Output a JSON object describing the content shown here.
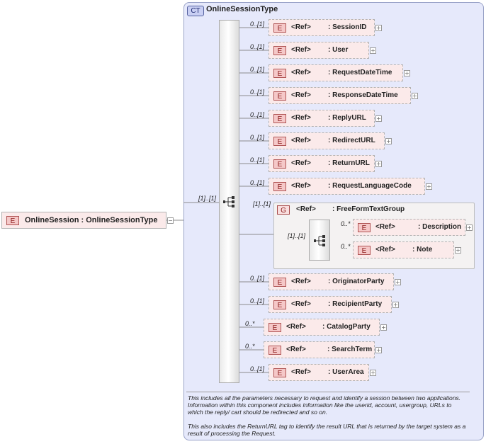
{
  "complex_type": {
    "badge": "CT",
    "title": "OnlineSessionType"
  },
  "root_element": {
    "badge": "E",
    "name": "OnlineSession",
    "type": ": OnlineSessionType",
    "toggle": "−"
  },
  "sequence_cardinality": "[1]..[1]",
  "ref_label": "<Ref>",
  "element_badge": "E",
  "elements": [
    {
      "card": "0..[1]",
      "name": ": SessionID"
    },
    {
      "card": "0..[1]",
      "name": ": User"
    },
    {
      "card": "0..[1]",
      "name": ": RequestDateTime"
    },
    {
      "card": "0..[1]",
      "name": ": ResponseDateTime"
    },
    {
      "card": "0..[1]",
      "name": ": ReplyURL"
    },
    {
      "card": "0..[1]",
      "name": ": RedirectURL"
    },
    {
      "card": "0..[1]",
      "name": ": ReturnURL"
    },
    {
      "card": "0..[1]",
      "name": ": RequestLanguageCode"
    },
    {
      "card": "0..[1]",
      "name": ": OriginatorParty"
    },
    {
      "card": "0..[1]",
      "name": ": RecipientParty"
    },
    {
      "card": "0..*",
      "name": ": CatalogParty"
    },
    {
      "card": "0..*",
      "name": ": SearchTerm"
    },
    {
      "card": "0..[1]",
      "name": ": UserArea"
    }
  ],
  "group": {
    "card": "[1]..[1]",
    "badge": "G",
    "ref": "<Ref>",
    "name": ": FreeFormTextGroup",
    "sequence_cardinality": "[1]..[1]",
    "children": [
      {
        "card": "0..*",
        "name": ": Description"
      },
      {
        "card": "0..*",
        "name": ": Note"
      }
    ]
  },
  "documentation": [
    "This includes all the parameters necessary to request and identify a session between two applications.  Information within this component includes information like the userid, account, usergroup, URLs to which the reply/ cart should be redirected and so on.",
    "This also includes the ReturnURL tag to identify the result URL that is returned by the target system as a result of processing the Request."
  ]
}
